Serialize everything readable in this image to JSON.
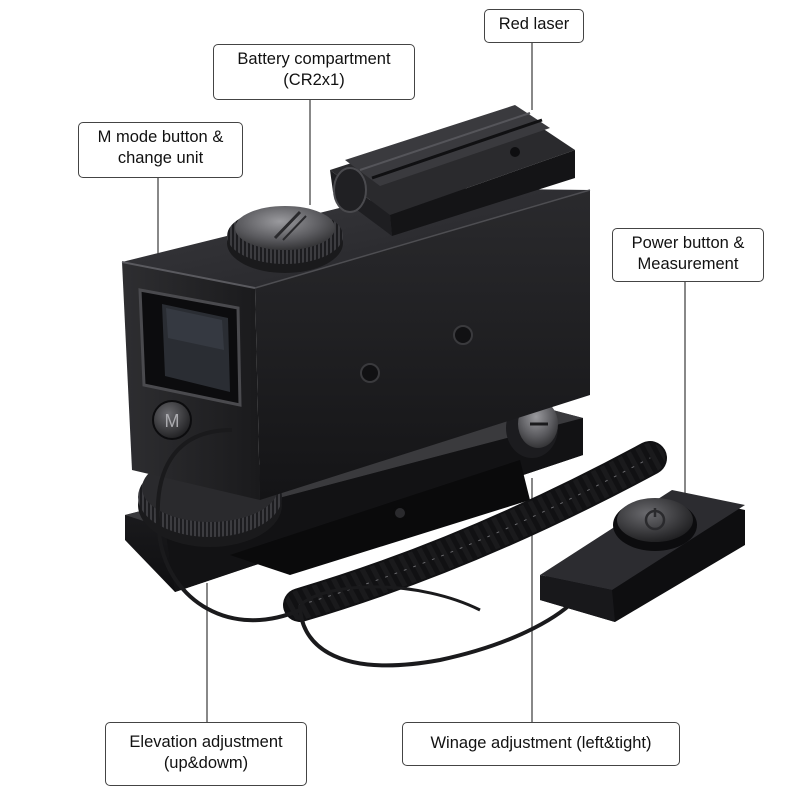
{
  "callouts": {
    "red_laser": {
      "line1": "Red laser"
    },
    "battery": {
      "line1": "Battery compartment",
      "line2": "(CR2x1)"
    },
    "m_mode": {
      "line1": "M mode button &",
      "line2": "change unit"
    },
    "power": {
      "line1": "Power button &",
      "line2": "Measurement"
    },
    "elevation": {
      "line1": "Elevation adjustment",
      "line2": "(up&dowm)"
    },
    "winage": {
      "line1": "Winage adjustment (left&tight)"
    }
  },
  "product": {
    "button_letter": "M"
  },
  "colors": {
    "background": "#ffffff",
    "callout_border": "#444444",
    "leader_line": "#555555",
    "device_body": "#1c1c1e",
    "device_highlight": "#4a4a4e"
  }
}
